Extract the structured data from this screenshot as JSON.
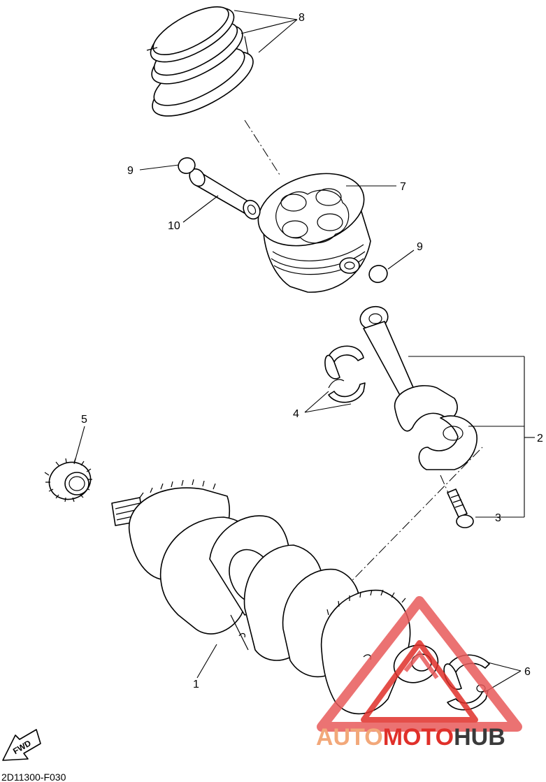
{
  "diagram": {
    "drawing_code": "2D11300-F030",
    "direction_label": "FWD",
    "callouts": {
      "c1": "1",
      "c2": "2",
      "c3": "3",
      "c4": "4",
      "c5": "5",
      "c6": "6",
      "c7": "7",
      "c8": "8",
      "c9a": "9",
      "c9b": "9",
      "c10": "10"
    }
  },
  "watermark": {
    "part1": "AUTO",
    "part2": "MOTO",
    "part3": "HUB",
    "colors": {
      "light": "#f2a87a",
      "pink": "#e85a5a",
      "red": "#e0302a",
      "dark": "#3a3a3a"
    }
  }
}
